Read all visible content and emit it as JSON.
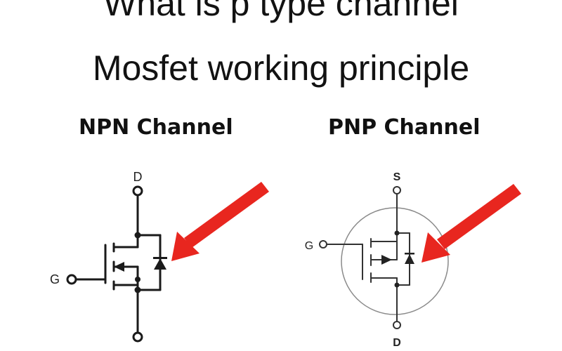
{
  "title": {
    "line1": "What is p type channel",
    "line2": "Mosfet working principle"
  },
  "diagrams": {
    "npn": {
      "heading": "NPN Channel",
      "terminals": {
        "drain": "D",
        "gate": "G"
      }
    },
    "pnp": {
      "heading": "PNP Channel",
      "terminals": {
        "source": "S",
        "gate": "G",
        "drain": "D"
      }
    }
  },
  "colors": {
    "arrow": "#e8261f",
    "line": "#1a1a1a",
    "circle": "#888888"
  },
  "icons": [
    "red-arrow-icon",
    "diode-icon",
    "terminal-circle-icon"
  ]
}
